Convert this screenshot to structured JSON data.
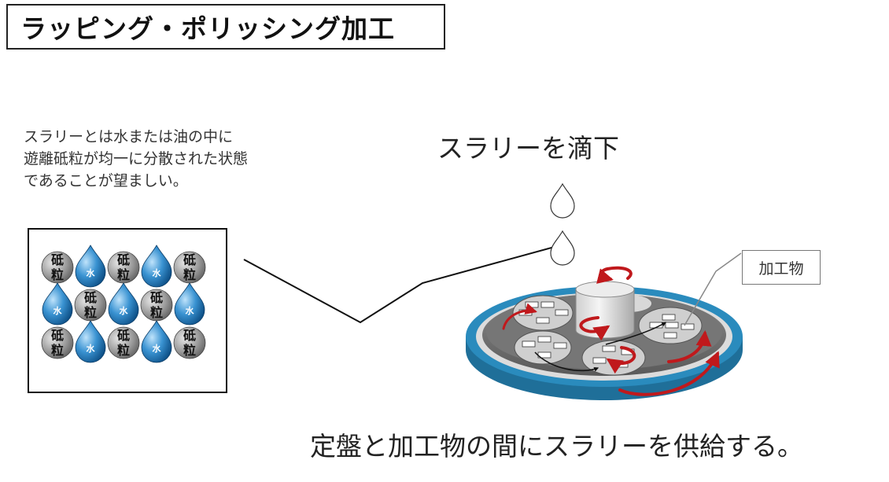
{
  "title": "ラッピング・ポリッシング加工",
  "note_lines": [
    "スラリーとは水または油の中に",
    "遊離砥粒が均一に分散された状態",
    "であることが望ましい。"
  ],
  "drip_label": "スラリーを滴下",
  "workpiece_label": "加工物",
  "bottom_caption": "定盤と加工物の間にスラリーを供給する。",
  "grid": {
    "abrasive_label_top": "砥",
    "abrasive_label_bottom": "粒",
    "water_label": "水",
    "rows": [
      [
        "abrasive",
        "water",
        "abrasive",
        "water",
        "abrasive"
      ],
      [
        "water",
        "abrasive",
        "water",
        "abrasive",
        "water"
      ],
      [
        "abrasive",
        "water",
        "abrasive",
        "water",
        "abrasive"
      ]
    ]
  },
  "colors": {
    "water_drop": "#2b7fc0",
    "abrasive": "#8a8a8a",
    "platen_ring": "#2a8bbd",
    "rotation_arrow": "#c0191c"
  }
}
